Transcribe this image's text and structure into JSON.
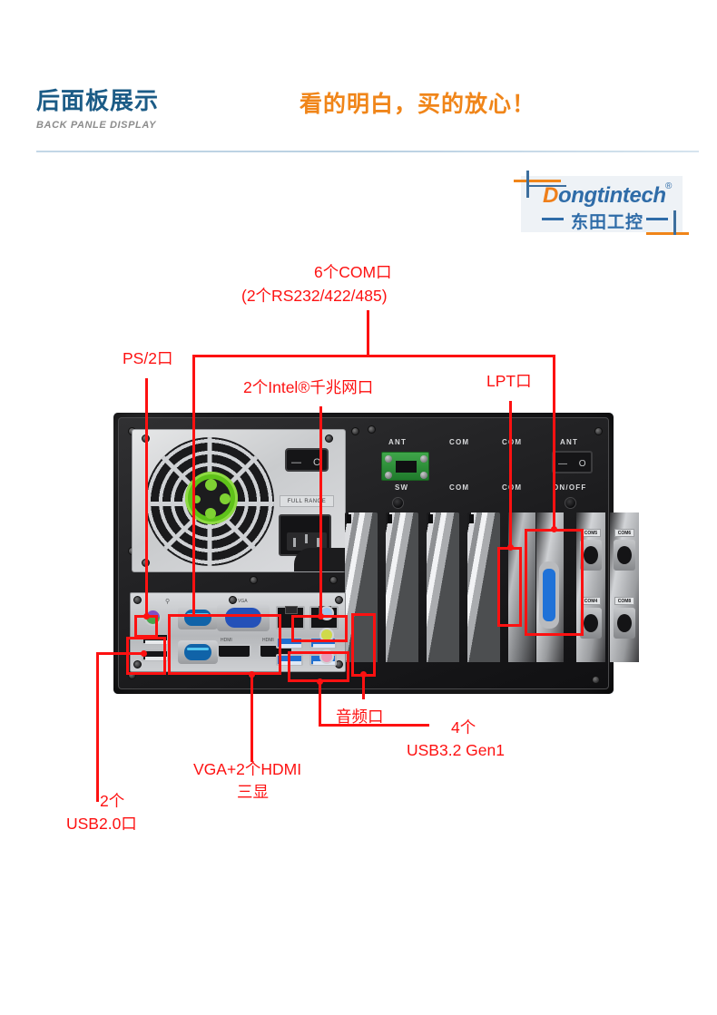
{
  "header": {
    "title_cn": "后面板展示",
    "title_en": "BACK PANLE DISPLAY",
    "slogan": "看的明白，买的放心！",
    "title_color": "#1b5b86",
    "slogan_color": "#f08519",
    "divider_color": "#bdd3e4"
  },
  "logo": {
    "brand_d": "D",
    "brand_rest": "ongtintech",
    "registered": "®",
    "brand_cn": "东田工控",
    "color_orange": "#ef7f1a",
    "color_blue": "#2f6ca8"
  },
  "annotations": {
    "color": "#fd1111",
    "callouts": [
      {
        "id": "com",
        "line1": "6个COM口",
        "line2": "(2个RS232/422/485)"
      },
      {
        "id": "ps2",
        "text": "PS/2口"
      },
      {
        "id": "lan",
        "text_pre": "2个Intel",
        "sup": "®",
        "text_post": "千兆网口"
      },
      {
        "id": "lpt",
        "text": "LPT口"
      },
      {
        "id": "audio",
        "text": "音频口"
      },
      {
        "id": "usb3",
        "line1": "4个",
        "line2": "USB3.2 Gen1"
      },
      {
        "id": "vga",
        "line1": "VGA+2个HDMI",
        "line2": "三显"
      },
      {
        "id": "usb2",
        "line1": "2个",
        "line2": "USB2.0口"
      }
    ]
  },
  "chassis": {
    "psu": {
      "switch_marks": "— O",
      "range_label": "FULL RANGE"
    },
    "silkscreen": {
      "ant_left": "ANT",
      "sw": "SW",
      "com_a": "COM",
      "com_b": "COM",
      "com_c": "COM",
      "com_d": "COM",
      "ant_right": "ANT",
      "onoff": "ON/OFF",
      "io_switch_marks": "— O"
    },
    "com_card_tags": [
      "COM5",
      "COM6",
      "COM4",
      "COM8"
    ],
    "io_panel": {
      "ps2": "PS/2",
      "usb2_count": 2,
      "serial_count": 2,
      "vga": "VGA",
      "hdmi": [
        "HDMI",
        "HDMI"
      ],
      "lan_count": 2,
      "usb3_count": 4,
      "audio_jacks": [
        "line-in",
        "line-out",
        "mic-in"
      ],
      "jack_colors": [
        "#9ec6ea",
        "#cfd94a",
        "#ea9ab6"
      ]
    }
  }
}
